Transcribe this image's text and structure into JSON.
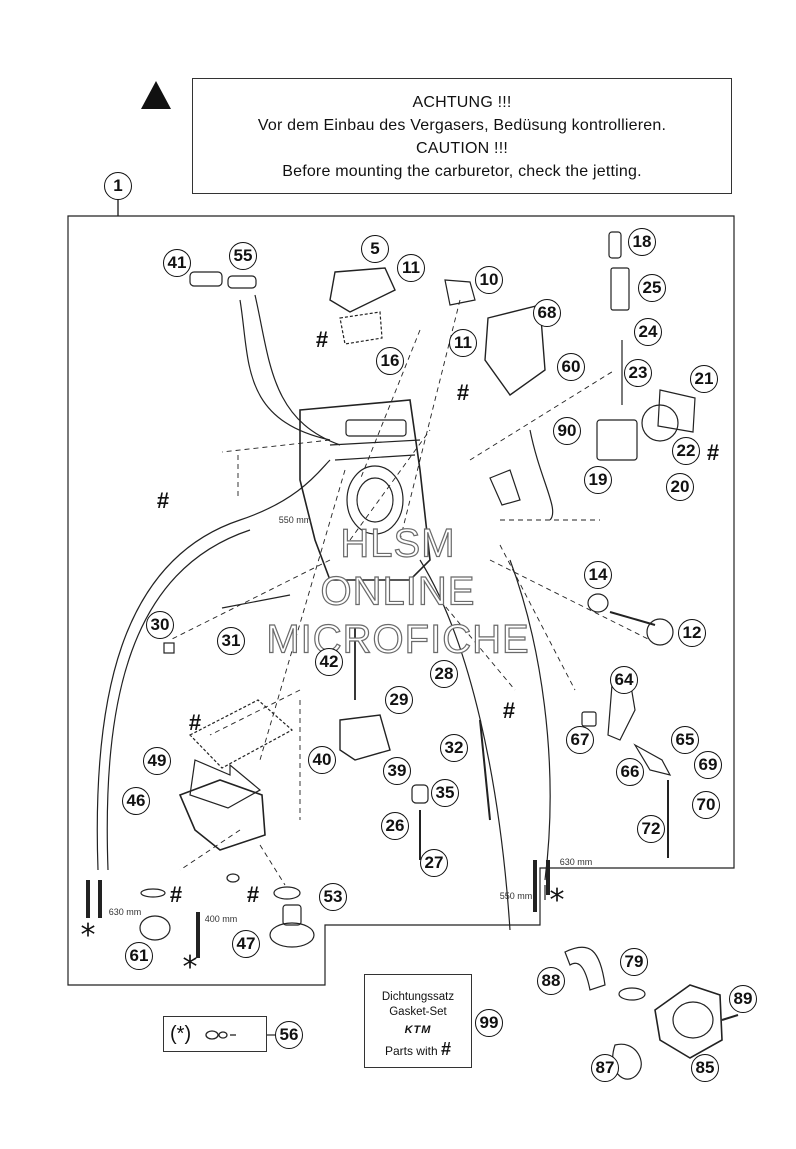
{
  "warning": {
    "line1": "ACHTUNG !!!",
    "line2": "Vor dem Einbau des Vergasers, Bedüsung kontrollieren.",
    "line3": "CAUTION !!!",
    "line4": "Before mounting the carburetor, check the jetting."
  },
  "callouts": [
    "1",
    "5",
    "11",
    "10",
    "11",
    "41",
    "55",
    "16",
    "68",
    "60",
    "18",
    "25",
    "24",
    "23",
    "21",
    "22",
    "20",
    "19",
    "90",
    "14",
    "12",
    "30",
    "31",
    "42",
    "28",
    "29",
    "40",
    "39",
    "32",
    "35",
    "26",
    "27",
    "64",
    "67",
    "65",
    "66",
    "69",
    "70",
    "72",
    "49",
    "46",
    "53",
    "47",
    "61",
    "88",
    "79",
    "89",
    "85",
    "87",
    "99",
    "56"
  ],
  "hash_symbol": "#",
  "star_symbol": "*",
  "dimensions": {
    "hose_550_top": "550 mm",
    "hose_630_left": "630 mm",
    "hose_400": "400 mm",
    "hose_630_right": "630 mm",
    "hose_550_right": "550 mm"
  },
  "gasket_set": {
    "line1": "Dichtungssatz",
    "line2": "Gasket-Set",
    "brand": "KTM",
    "parts_label": "Parts with",
    "parts_symbol": "#"
  },
  "legend": {
    "symbol": "(*)",
    "number": "56"
  },
  "watermark": {
    "line1": "HLSM",
    "line2": "ONLINE",
    "line3": "MICROFICHE"
  }
}
